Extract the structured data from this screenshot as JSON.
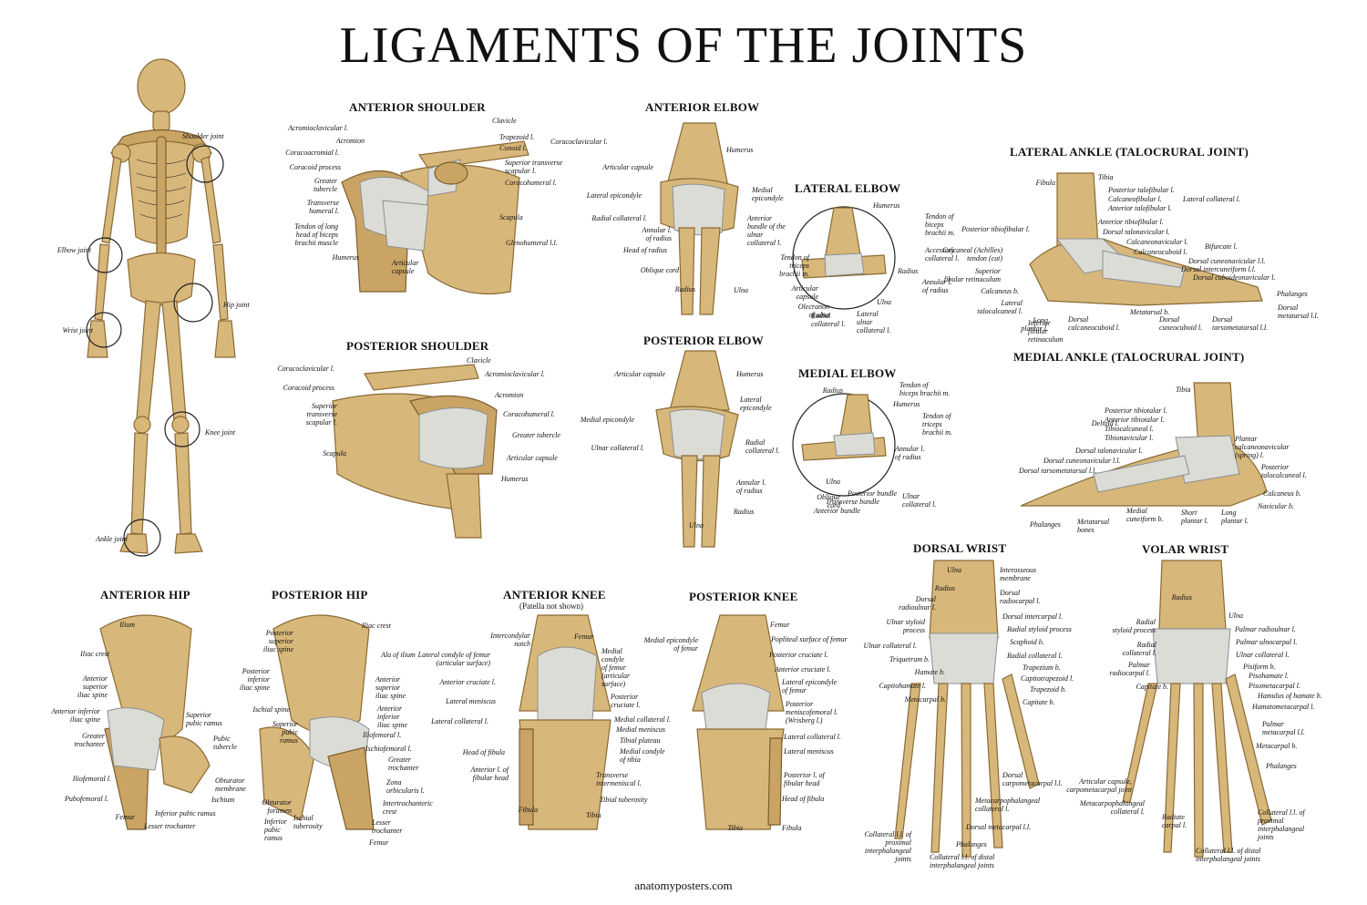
{
  "title": "LIGAMENTS OF THE JOINTS",
  "credit": "anatomyposters.com",
  "colors": {
    "bone": "#d8b77a",
    "ligament": "#dcdcd6",
    "text": "#111111",
    "background": "#ffffff"
  },
  "skeleton": {
    "labels": [
      "Shoulder joint",
      "Elbow joint",
      "Hip joint",
      "Wrist joint",
      "Knee joint",
      "Ankle joint"
    ]
  },
  "panels": {
    "anterior_shoulder": {
      "title": "ANTERIOR SHOULDER",
      "labels": [
        "Acromioclavicular l.",
        "Clavicle",
        "Acromion",
        "Trapezoid l.",
        "Coracoclavicular l.",
        "Coracoacromial l.",
        "Conoid l.",
        "Coracoid process",
        "Superior transverse\nscapular l.",
        "Greater\ntubercle",
        "Coracohumeral l.",
        "Transverse\nhumeral l.",
        "Scapula",
        "Tendon of long\nhead of biceps\nbrachii muscle",
        "Glenohumeral l.l.",
        "Humerus",
        "Articular\ncapsule"
      ]
    },
    "posterior_shoulder": {
      "title": "POSTERIOR SHOULDER",
      "labels": [
        "Clavicle",
        "Coracoclavicular l.",
        "Acromioclavicular l.",
        "Coracoid process",
        "Acromion",
        "Superior\ntransverse\nscapular l.",
        "Coracohumeral l.",
        "Greater tubercle",
        "Scapula",
        "Articular capsule",
        "Humerus"
      ]
    },
    "anterior_elbow": {
      "title": "ANTERIOR ELBOW",
      "labels": [
        "Humerus",
        "Articular capsule",
        "Medial\nepicondyle",
        "Lateral epicondyle",
        "Radial collateral l.",
        "Anterior\nbundle of the\nulnar\ncollateral l.",
        "Annular l.\nof radius",
        "Head of radius",
        "Oblique cord",
        "Radius",
        "Ulna"
      ]
    },
    "lateral_elbow": {
      "title": "LATERAL ELBOW",
      "labels": [
        "Humerus",
        "Tendon of\nbiceps\nbrachii m.",
        "Accessory\ncollateral l.",
        "Tendon of\ntriceps\nbrachii m.",
        "Radius",
        "Annular l.\nof radius",
        "Articular\ncapsule",
        "Ulna",
        "Olecranon\nof ulna",
        "Radial\ncollateral l.",
        "Lateral\nulnar\ncollateral l."
      ]
    },
    "posterior_elbow": {
      "title": "POSTERIOR ELBOW",
      "labels": [
        "Articular capsule",
        "Humerus",
        "Lateral\nepicondyle",
        "Medial epicondyle",
        "Ulnar collateral l.",
        "Radial\ncollateral l.",
        "Annular l.\nof radius",
        "Radius",
        "Ulna"
      ]
    },
    "medial_elbow": {
      "title": "MEDIAL ELBOW",
      "labels": [
        "Radius",
        "Tendon of\nbiceps brachii m.",
        "Humerus",
        "Tendon of\ntriceps\nbrachii m.",
        "Annular l.\nof radius",
        "Ulna",
        "Oblique\ncord",
        "Posterior bundle",
        "Transverse bundle",
        "Anterior bundle",
        "Ulnar\ncollateral l."
      ]
    },
    "lateral_ankle": {
      "title": "LATERAL ANKLE (TALOCRURAL JOINT)",
      "labels": [
        "Fibula",
        "Tibia",
        "Posterior talofibular l.",
        "Calcaneofibular l.",
        "Anterior talofibular l.",
        "Lateral collateral l.",
        "Posterior tibiofibular l.",
        "Anterior tibiofibular l.",
        "Dorsal talonavicular l.",
        "Calcaneonavicular l.",
        "Bifurcate l.",
        "Calcaneal (Achilles)\ntendon (cut)",
        "Calcaneocuboid l.",
        "Dorsal cuneonavicular l.l.",
        "Superior\nfibular retinaculum",
        "Dorsal intercuneiform l.l.",
        "Dorsal cuboideonavicular l.",
        "Calcaneus b.",
        "Phalanges",
        "Lateral\ntalocalcaneal l.",
        "Metatarsal b.",
        "Dorsal\nmetatarsal l.l.",
        "Long\nplantar l.",
        "Inferior\nfibular\nretinaculum",
        "Dorsal\ncalcaneocuboid l.",
        "Dorsal\ncuneocuboid l.",
        "Dorsal\ntarsometatarsal l.l."
      ]
    },
    "medial_ankle": {
      "title": "MEDIAL ANKLE (TALOCRURAL JOINT)",
      "labels": [
        "Tibia",
        "Posterior tibiotalar l.",
        "Anterior tibiotalar l.",
        "Tibiocalcaneal l.",
        "Tibionavicular l.",
        "Deltoid l.",
        "Plantar\ncalcaneonavicular\n(spring) l.",
        "Dorsal talonavicular l.",
        "Dorsal cuneonavicular l.l.",
        "Posterior\ntalocalcaneal l.",
        "Dorsal tarsometatarsal l.l.",
        "Calcaneus b.",
        "Navicular b.",
        "Phalanges",
        "Metatarsal\nbones",
        "Medial\ncuneiform b.",
        "Short\nplantar l.",
        "Long\nplantar l."
      ]
    },
    "anterior_hip": {
      "title": "ANTERIOR HIP",
      "labels": [
        "Ilium",
        "Iliac crest",
        "Anterior\nsuperior\niliac spine",
        "Anterior inferior\niliac spine",
        "Superior\npubic ramus",
        "Pubic\ntubercle",
        "Greater\ntrochanter",
        "Obturator\nmembrane",
        "Ischium",
        "Iliofemoral l.",
        "Pubofemoral l.",
        "Inferior pubic ramus",
        "Femur",
        "Lesser trochanter"
      ]
    },
    "posterior_hip": {
      "title": "POSTERIOR HIP",
      "labels": [
        "Posterior\nsuperior\niliac spine",
        "Iliac crest",
        "Ala of ilium",
        "Posterior\ninferior\niliac spine",
        "Anterior\nsuperior\niliac spine",
        "Ischial spine",
        "Anterior\ninferior\niliac spine",
        "Superior\npubic\nramus",
        "Iliofemoral l.",
        "Ischiofemoral l.",
        "Greater\ntrochanter",
        "Zona\norbicularis l.",
        "Intertrochanteric\ncrest",
        "Obturator\nforamen",
        "Inferior\npubic\nramus",
        "Ischial\ntuberosity",
        "Lesser\ntrochanter",
        "Femur"
      ]
    },
    "anterior_knee": {
      "title": "ANTERIOR KNEE",
      "subtitle": "(Patella not shown)",
      "labels": [
        "Femur",
        "Intercondylar\nnotch",
        "Medial\ncondyle\nof femur\n(articular\nsurface)",
        "Lateral condyle of femur\n(articular surface)",
        "Anterior cruciate l.",
        "Posterior\ncruciate l.",
        "Lateral meniscus",
        "Lateral collateral l.",
        "Medial collateral l.",
        "Medial meniscus",
        "Tibial plateau",
        "Medial condyle\nof tibia",
        "Head of fibula",
        "Anterior l. of\nfibular head",
        "Transverse\nintermeniscal l.",
        "Tibial tuberosity",
        "Fibula",
        "Tibia"
      ]
    },
    "posterior_knee": {
      "title": "POSTERIOR KNEE",
      "labels": [
        "Femur",
        "Medial epicondyle\nof femur",
        "Popliteal surface of femur",
        "Posterior cruciate l.",
        "Anterior cruciate l.",
        "Lateral epicondyle\nof femur",
        "Posterior\nmeniscofemoral l.\n(Wrisberg l.)",
        "Lateral collateral l.",
        "Lateral meniscus",
        "Posterior l. of\nfibular head",
        "Head of fibula",
        "Tibia",
        "Fibula"
      ]
    },
    "dorsal_wrist": {
      "title": "DORSAL WRIST",
      "labels": [
        "Ulna",
        "Interosseous\nmembrane",
        "Radius",
        "Dorsal\nradioulnar l.",
        "Dorsal\nradiocarpal l.",
        "Ulnar styloid\nprocess",
        "Dorsal intercarpal l.",
        "Radial styloid process",
        "Ulnar collateral l.",
        "Scaphoid b.",
        "Triquetrum b.",
        "Radial collateral l.",
        "Trapezium b.",
        "Hamate b.",
        "Capitotrapezoid l.",
        "Capitohamate l.",
        "Trapezoid b.",
        "Capitate b.",
        "Metacarpal b.",
        "Dorsal\ncarpometacarpal l.l.",
        "Metacarpophalangeal\ncollateral l.",
        "Dorsal metacarpal l.l.",
        "Phalanges",
        "Collateral l.l. of\nproximal\ninterphalangeal\njoints",
        "Collateral l.l. of distal\ninterphalangeal joints"
      ]
    },
    "volar_wrist": {
      "title": "VOLAR WRIST",
      "labels": [
        "Radius",
        "Ulna",
        "Palmar radioulnar l.",
        "Radial\nstyloid process",
        "Palmar ulnocarpal l.",
        "Radial\ncollateral l.",
        "Ulnar collateral l.",
        "Palmar\nradiocarpal l.",
        "Pisiform b.",
        "Pisohamate l.",
        "Capitate b.",
        "Pisometacarpal l.",
        "Hamulus of hamate b.",
        "Hamatometacarpal l.",
        "Palmar\nmetacarpal l.l.",
        "Metacarpal b.",
        "Phalanges",
        "Articular capsule,\ncarpometacarpal joint",
        "Metacarpophalangeal\ncollateral l.",
        "Radiate\ncarpal l.",
        "Collateral l.l. of\nproximal\ninterphalangeal\njoints",
        "Collateral l.l. of distal\ninterphalangeal joints"
      ]
    }
  }
}
